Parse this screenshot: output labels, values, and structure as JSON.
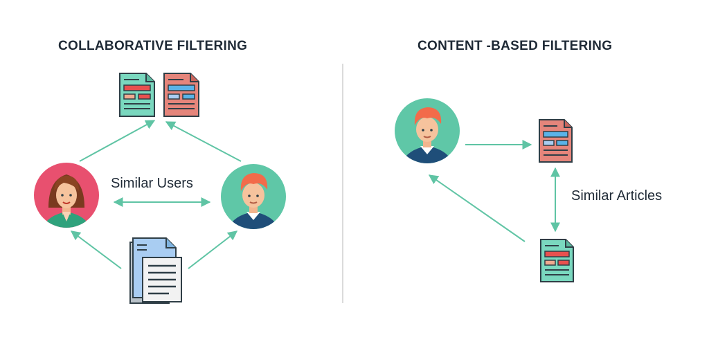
{
  "collaborative": {
    "title": "COLLABORATIVE FILTERING",
    "relation_label": "Similar Users"
  },
  "content_based": {
    "title": "CONTENT -BASED FILTERING",
    "relation_label": "Similar Articles"
  },
  "colors": {
    "arrow": "#5fc4a4",
    "divider": "#cfcfcf",
    "teal_circle": "#5fc7a7",
    "pink_circle": "#e8506f",
    "green_doc": "#7ad8bf",
    "red_doc": "#e5857b",
    "blue_doc": "#a9cdf2"
  },
  "icons": {
    "user_female": "user-female-icon",
    "user_male": "user-male-icon",
    "document_green": "document-green-icon",
    "document_red": "document-red-icon",
    "newspaper": "newspaper-icon"
  }
}
